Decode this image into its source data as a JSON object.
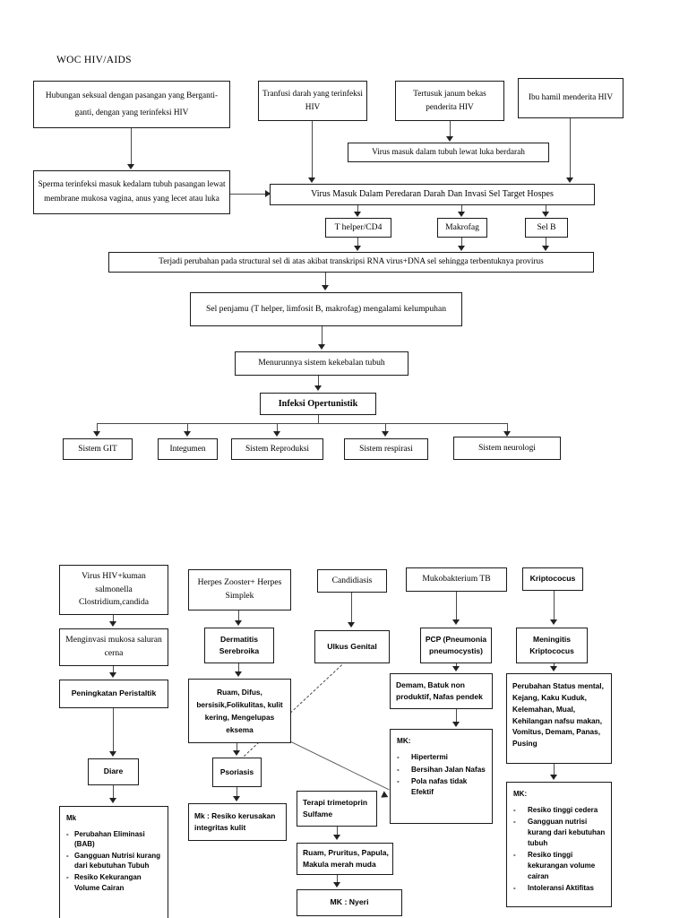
{
  "title": "WOC  HIV/AIDS",
  "top": {
    "sexual_contact": "Hubungan seksual dengan pasangan yang Berganti-ganti, dengan yang terinfeksi HIV",
    "transfusion": "Tranfusi darah yang terinfeksi HIV",
    "needle_stick": "Tertusuk janum bekas penderita HIV",
    "pregnant_mother": "Ibu hamil menderita HIV",
    "virus_wound": "Virus masuk dalam tubuh lewat luka berdarah",
    "sperm_infected": "Sperma terinfeksi masuk kedalam tubuh pasangan lewat membrane mukosa vagina, anus yang lecet atau luka",
    "virus_circulation": "Virus Masuk Dalam Peredaran Darah Dan Invasi Sel Target Hospes",
    "cells": [
      "T helper/CD4",
      "Makrofag",
      "Sel B"
    ],
    "structural_change": "Terjadi perubahan pada structural sel di atas akibat transkripsi RNA virus+DNA sel sehingga terbentuknya provirus",
    "host_cell_paralysis": "Sel penjamu (T helper, limfosit B, makrofag) mengalami kelumpuhan",
    "immune_decline": "Menurunnya sistem kekebalan tubuh",
    "opportunistic_infection": "Infeksi Opertunistik",
    "systems": [
      "Sistem GIT",
      "Integumen",
      "Sistem Reproduksi",
      "Sistem respirasi",
      "Sistem neurologi"
    ]
  },
  "col1": {
    "source": "Virus HIV+kuman salmonella Clostridium,candida",
    "invade": "Menginvasi mukosa saluran cerna",
    "peristaltik": "Peningkatan Peristaltik",
    "diare": "Diare",
    "mk_head": "Mk",
    "mk_items": [
      "Perubahan Eliminasi (BAB)",
      "Gangguan Nutrisi kurang dari kebutuhan Tubuh",
      "Resiko Kekurangan Volume Cairan"
    ]
  },
  "col2": {
    "source": "Herpes Zooster+ Herpes Simplek",
    "dermatitis": "Dermatitis Serebroika",
    "signs": "Ruam, Difus, bersisik,Folikulitas, kulit kering, Mengelupas eksema",
    "psoriasis": "Psoriasis",
    "mk": "Mk : Resiko kerusakan integritas kulit"
  },
  "col3": {
    "source": "Candidiasis",
    "ulkus": "Ulkus Genital",
    "terapi": "Terapi trimetoprin Sulfame",
    "signs": "Ruam, Pruritus, Papula, Makula merah muda",
    "mk": "MK : Nyeri"
  },
  "col4": {
    "source": "Mukobakterium TB",
    "pcp": "PCP (Pneumonia pneumocystis)",
    "signs": "Demam, Batuk non produktif, Nafas pendek",
    "mk_head": "MK:",
    "mk_items": [
      "Hipertermi",
      "Bersihan Jalan Nafas",
      "Pola nafas tidak Efektif"
    ]
  },
  "col5": {
    "source": "Kriptococus",
    "meningitis": "Meningitis Kriptococus",
    "signs": "Perubahan Status mental, Kejang, Kaku Kuduk, Kelemahan, Mual, Kehilangan nafsu makan, Vomitus, Demam, Panas, Pusing",
    "mk_head": "MK:",
    "mk_items": [
      "Resiko tinggi cedera",
      "Gangguan nutrisi kurang dari kebutuhan tubuh",
      "Resiko tinggi kekurangan volume cairan",
      "Intoleransi Aktifitas"
    ]
  },
  "colors": {
    "border": "#1a1a1a",
    "connector": "#4a4a4a",
    "background": "#ffffff",
    "text": "#000000"
  }
}
